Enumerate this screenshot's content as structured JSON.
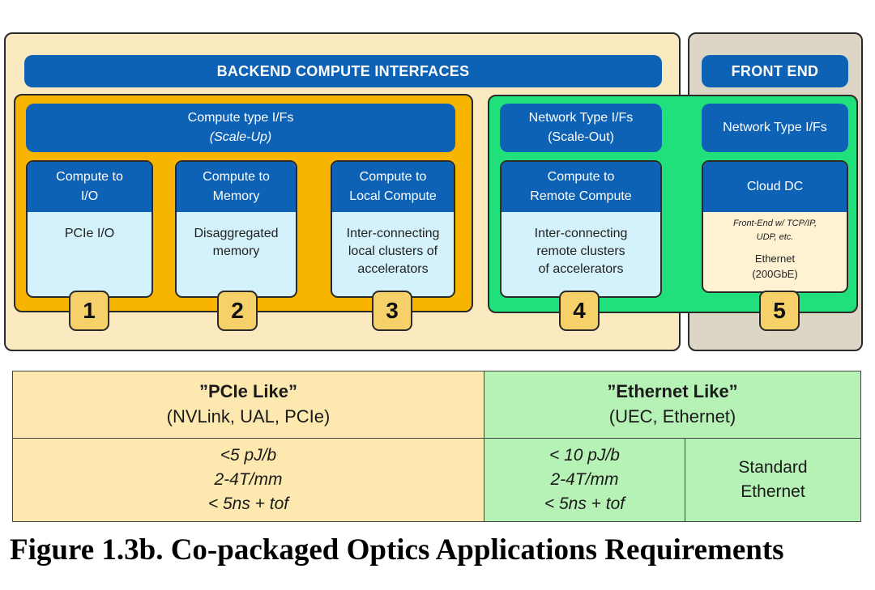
{
  "header": {
    "backend_title": "BACKEND COMPUTE INTERFACES",
    "frontend_title": "FRONT END"
  },
  "groups": {
    "compute": {
      "title": "Compute type I/Fs",
      "subtitle": "(Scale-Up)"
    },
    "network_scaleout": {
      "title": "Network Type I/Fs",
      "subtitle": "(Scale-Out)"
    },
    "network_frontend": {
      "title": "Network Type I/Fs"
    }
  },
  "cards": [
    {
      "title_lines": [
        "Compute to",
        "I/O"
      ],
      "body_lines": [
        "PCIe I/O"
      ],
      "number": "1"
    },
    {
      "title_lines": [
        "Compute to",
        "Memory"
      ],
      "body_lines": [
        "Disaggregated",
        "memory"
      ],
      "number": "2"
    },
    {
      "title_lines": [
        "Compute to",
        "Local Compute"
      ],
      "body_lines": [
        "Inter-connecting",
        "local clusters of",
        "accelerators"
      ],
      "number": "3"
    },
    {
      "title_lines": [
        "Compute to",
        "Remote Compute"
      ],
      "body_lines": [
        "Inter-connecting",
        "remote clusters",
        "of accelerators"
      ],
      "number": "4"
    },
    {
      "title_lines": [
        "Cloud DC"
      ],
      "body_small_lines": [
        "Front-End w/ TCP/IP,",
        "UDP, etc."
      ],
      "body_lines": [
        "Ethernet",
        "(200GbE)"
      ],
      "number": "5"
    }
  ],
  "table": {
    "left_header": {
      "title": "”PCIe Like”",
      "sub": "(NVLink, UAL, PCIe)"
    },
    "right_header": {
      "title": "”Ethernet Like”",
      "sub": "(UEC, Ethernet)"
    },
    "left_specs": [
      "<5 pJ/b",
      "2-4T/mm",
      "< 5ns + tof"
    ],
    "mid_specs": [
      "< 10 pJ/b",
      "2-4T/mm",
      "< 5ns + tof"
    ],
    "right_specs": [
      "Standard",
      "Ethernet"
    ]
  },
  "caption": "Figure 1.3b. Co-packaged Optics Applications Requirements",
  "colors": {
    "blue": "#0d62b5",
    "orange": "#f7b500",
    "green": "#1fe07a",
    "card_blue": "#d4f2fb",
    "badge": "#f6d169",
    "table_yellow": "#fde9b0",
    "table_green": "#b6f2b6"
  }
}
